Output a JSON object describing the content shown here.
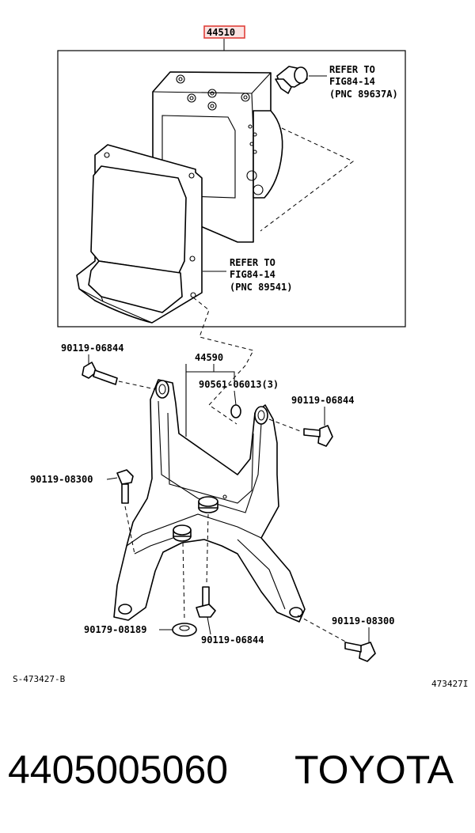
{
  "labels": {
    "assembly_part": "44510",
    "bracket_part": "44590",
    "refer_top": [
      "REFER TO",
      "FIG84-14",
      "(PNC 89637A)"
    ],
    "refer_mid": [
      "REFER TO",
      "FIG84-14",
      "(PNC 89541)"
    ],
    "bolt_left_top": "90119-06844",
    "grommet": "90561-06013(3)",
    "bolt_right_top": "90119-06844",
    "bolt_left_mid": "90119-08300",
    "washer_bottom": "90179-08189",
    "bolt_bottom": "90119-06844",
    "bolt_right_bottom": "90119-08300",
    "ref_code_left": "S-473427-B",
    "ref_code_right": "473427I"
  },
  "footer": {
    "part_number": "4405005060",
    "brand": "TOYOTA"
  },
  "colors": {
    "highlight": "#e0403a"
  }
}
